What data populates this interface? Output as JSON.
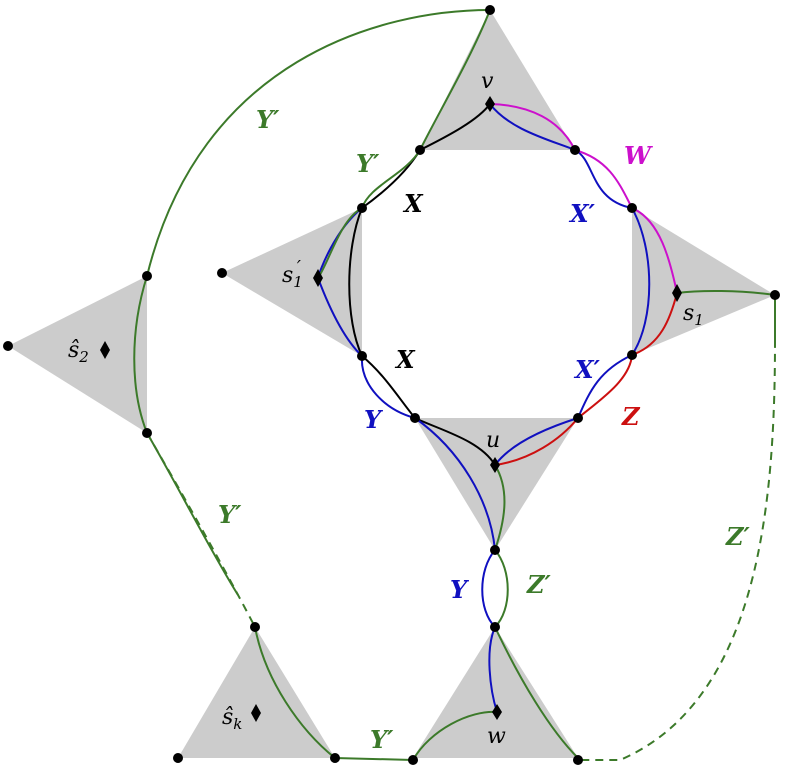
{
  "colors": {
    "X": "#000000",
    "Y": "#1010c0",
    "Yp": "#3c7a2a",
    "Z": "#cc1010",
    "W": "#cc10cc",
    "node": "#000000",
    "triangle": "#cccccc"
  },
  "vertex_labels": {
    "v": "v",
    "u": "u",
    "w": "w",
    "s1": "s",
    "s1_sub": "1",
    "s1p": "s",
    "s1p_sub": "1",
    "s1p_prime": "′",
    "s2": "ŝ",
    "s2_sub": "2",
    "sk": "ŝ",
    "sk_sub": "k"
  },
  "edge_labels": {
    "X_top": "X",
    "X_left": "X",
    "Xp_right_top": "X′",
    "Xp_right_bottom": "X′",
    "Y_left": "Y",
    "Y_bottom": "Y",
    "Yp_top_left": "Y′",
    "Yp_outer_top": "Y′",
    "Yp_outer_left": "Y′",
    "Yp_bottom": "Y′",
    "W": "W",
    "Z": "Z",
    "Zp_middle": "Z′",
    "Zp_right": "Z′"
  }
}
